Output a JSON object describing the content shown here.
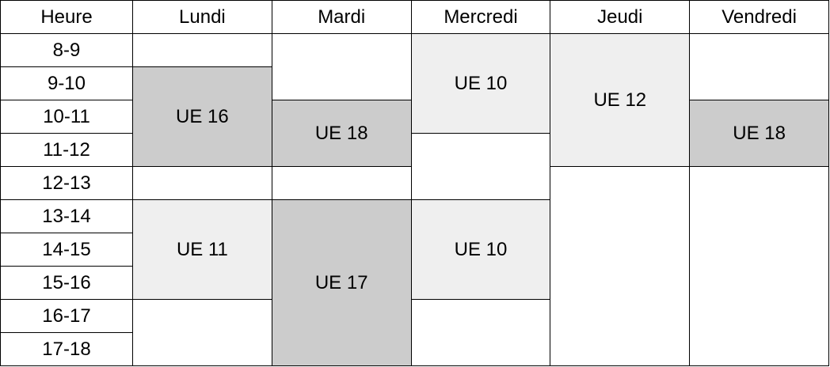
{
  "header": {
    "hour": "Heure",
    "days": [
      "Lundi",
      "Mardi",
      "Mercredi",
      "Jeudi",
      "Vendredi"
    ]
  },
  "hours": [
    "8-9",
    "9-10",
    "10-11",
    "11-12",
    "12-13",
    "13-14",
    "14-15",
    "15-16",
    "16-17",
    "17-18"
  ],
  "courses": {
    "lundi_1": "UE 16",
    "lundi_2": "UE 11",
    "mardi_1": "UE 18",
    "mardi_2": "UE 17",
    "mercredi_1": "UE 10",
    "mercredi_2": "UE 10",
    "jeudi_1": "UE 12",
    "vendredi_1": "UE 18"
  },
  "colors": {
    "light_cell": "#efefef",
    "dark_cell": "#cccccc",
    "border": "#000000"
  }
}
